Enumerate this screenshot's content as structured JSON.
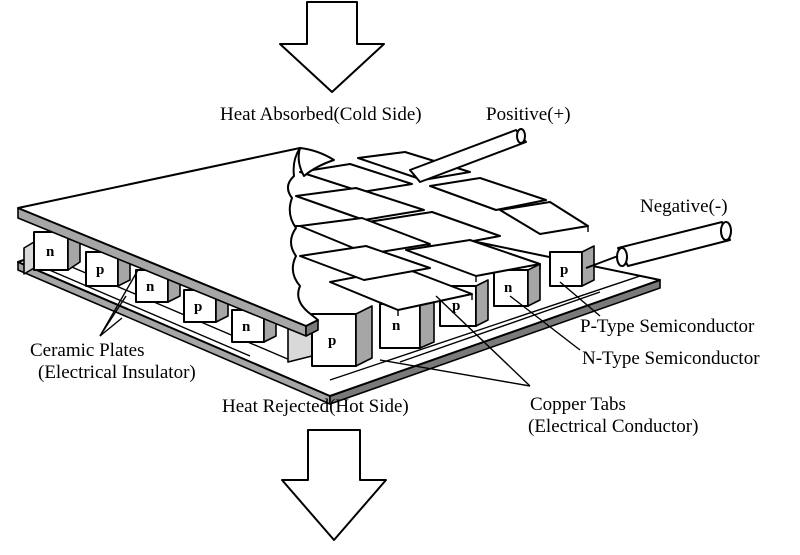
{
  "labels": {
    "heat_absorbed": "Heat Absorbed(Cold Side)",
    "positive": "Positive(+)",
    "negative": "Negative(-)",
    "p_type": "P-Type Semiconductor",
    "n_type": "N-Type Semiconductor",
    "ceramic_plates": "Ceramic Plates",
    "electrical_insulator": "(Electrical Insulator)",
    "heat_rejected": "Heat Rejected(Hot Side)",
    "copper_tabs": "Copper Tabs",
    "electrical_conductor": "(Electrical Conductor)"
  },
  "elements": {
    "n": "n",
    "p": "p"
  }
}
